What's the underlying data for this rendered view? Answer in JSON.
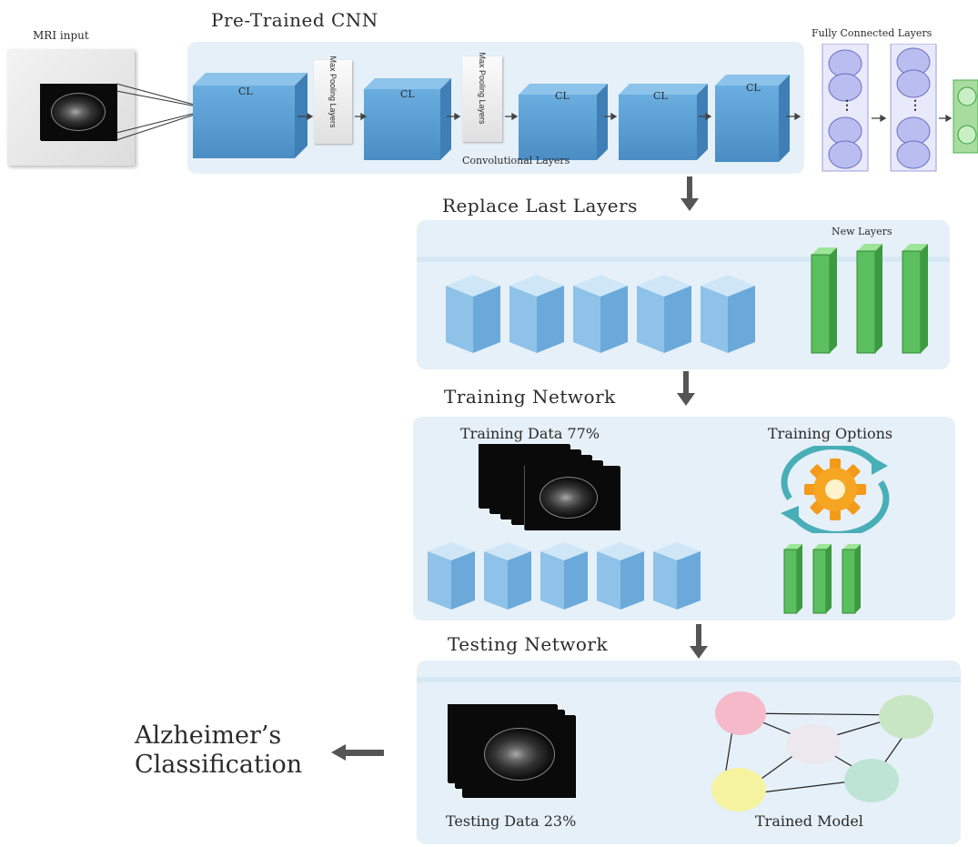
{
  "top": {
    "mri_label": "MRI input",
    "cnn_title": "Pre-Trained CNN",
    "conv_label": "CL",
    "pool_label": "Max Pooling Layers",
    "conv_layers_caption": "Convolutional Layers",
    "fc_title": "Fully Connected Layers",
    "fc_dots": "⋮"
  },
  "replace": {
    "title": "Replace Last Layers",
    "new_layers": "New Layers"
  },
  "training": {
    "title": "Training Network",
    "data_label": "Training Data 77%",
    "options_label": "Training Options"
  },
  "testing": {
    "title": "Testing Network",
    "data_label": "Testing Data 23%",
    "model_label": "Trained Model"
  },
  "result": {
    "line1": "Alzheimer’s",
    "line2": "Classification"
  },
  "colors": {
    "panel": "#e6f0f8",
    "cube": "#5a9fd4",
    "green": "#4cb050",
    "fc_node": "#b9bdf0"
  }
}
